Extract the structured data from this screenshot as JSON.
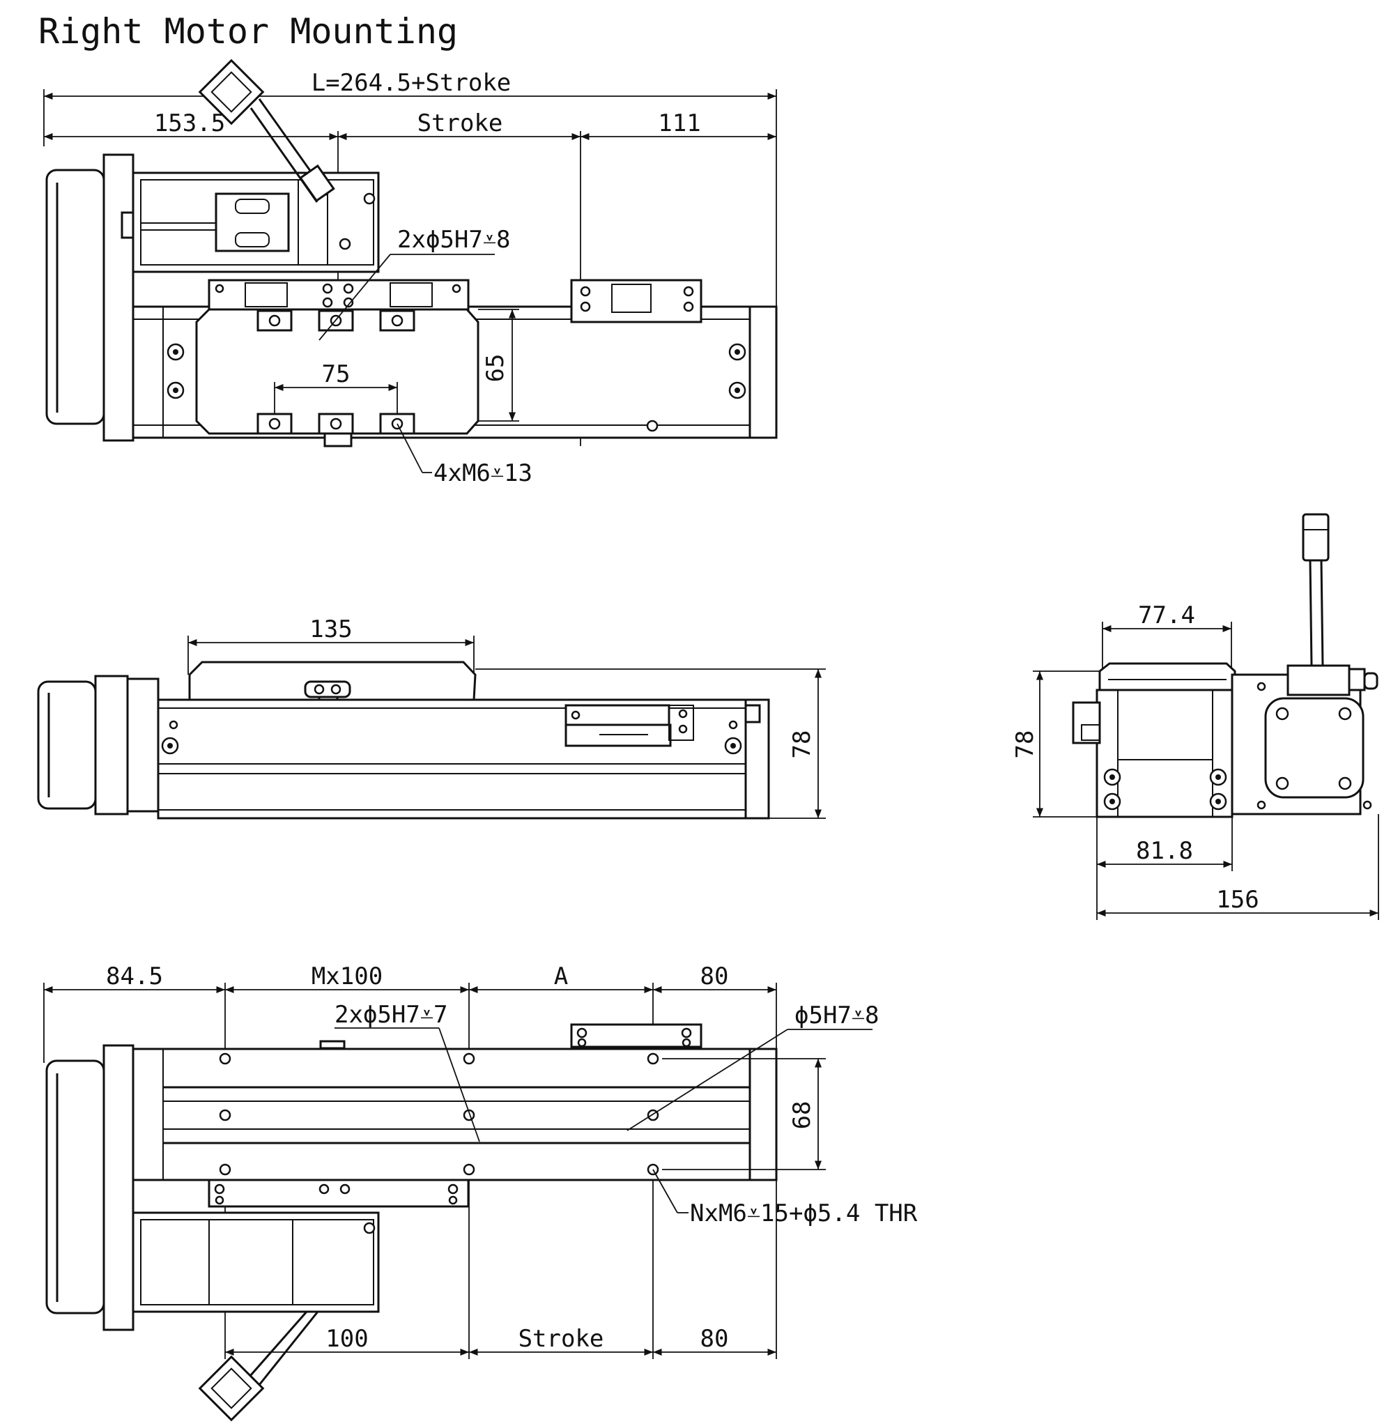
{
  "title": "Right Motor Mounting",
  "top_view": {
    "overall_length": "L=264.5+Stroke",
    "left_offset": "153.5",
    "stroke": "Stroke",
    "right_offset": "111",
    "pin_holes": "2xϕ5H7⩡8",
    "carriage_holes_spacing": "75",
    "carriage_width": "65",
    "threaded_holes": "4xM6⩡13"
  },
  "side_view": {
    "carriage_length": "135",
    "height": "78"
  },
  "end_view": {
    "carriage_width": "77.4",
    "height": "78",
    "base_width": "81.8",
    "overall_width": "156"
  },
  "bottom_view": {
    "left_offset": "84.5",
    "hole_pitch": "Mx100",
    "dim_a": "A",
    "right_offset": "80",
    "pin_holes_left": "2xϕ5H7⩡7",
    "pin_hole_right": "ϕ5H7⩡8",
    "row_spacing": "68",
    "mount_holes": "NxM6⩡15+ϕ5.4 THR",
    "bottom_100": "100",
    "bottom_stroke": "Stroke",
    "bottom_80": "80"
  }
}
